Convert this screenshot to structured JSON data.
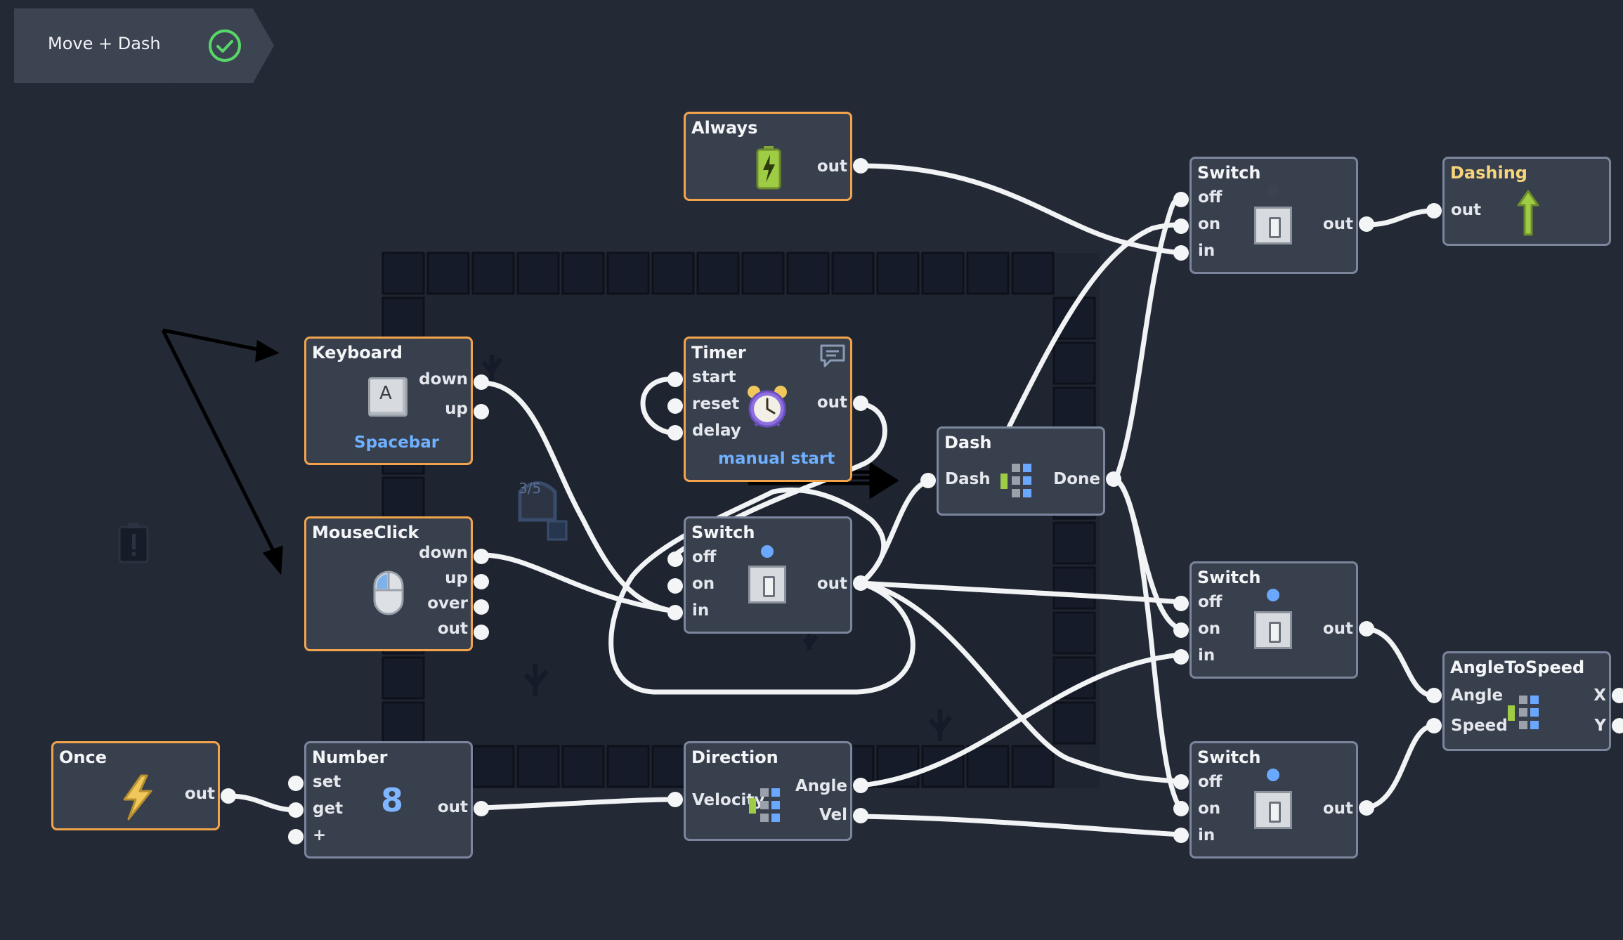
{
  "breadcrumb": {
    "title": "Move + Dash",
    "status_icon": "check-circle-icon"
  },
  "colors": {
    "background": "#232a36",
    "node": "#383f4d",
    "node_border": "#7b869d",
    "event_border": "#f2a44c",
    "wire": "#f2f3f5",
    "accent_blue": "#6fb0ff",
    "check_green": "#58d668"
  },
  "nodes": {
    "always": {
      "title": "Always",
      "ports": {
        "out": "out"
      },
      "icon": "battery-bolt-icon"
    },
    "keyboard": {
      "title": "Keyboard",
      "ports": {
        "down": "down",
        "up": "up"
      },
      "key": "A",
      "caption": "Spacebar",
      "icon": "key-a-icon"
    },
    "mouseclick": {
      "title": "MouseClick",
      "ports": {
        "down": "down",
        "up": "up",
        "over": "over",
        "out": "out"
      },
      "icon": "mouse-icon"
    },
    "once": {
      "title": "Once",
      "ports": {
        "out": "out"
      },
      "icon": "lightning-icon"
    },
    "number": {
      "title": "Number",
      "ports": {
        "set": "set",
        "get": "get",
        "plus": "+",
        "out": "out"
      },
      "value": "8"
    },
    "timer": {
      "title": "Timer",
      "ports": {
        "start": "start",
        "reset": "reset",
        "delay": "delay",
        "out": "out"
      },
      "caption": "manual start",
      "icon": "alarm-clock-icon"
    },
    "switch_center": {
      "title": "Switch",
      "ports": {
        "off": "off",
        "on": "on",
        "in": "in",
        "out": "out"
      },
      "state_on": true
    },
    "direction": {
      "title": "Direction",
      "ports": {
        "velocity": "Velocity",
        "angle": "Angle",
        "vel": "Vel"
      }
    },
    "dash": {
      "title": "Dash",
      "ports": {
        "dash": "Dash",
        "done": "Done"
      }
    },
    "switch_top": {
      "title": "Switch",
      "ports": {
        "off": "off",
        "on": "on",
        "in": "in",
        "out": "out"
      },
      "state_on": false
    },
    "switch_mid": {
      "title": "Switch",
      "ports": {
        "off": "off",
        "on": "on",
        "in": "in",
        "out": "out"
      },
      "state_on": true
    },
    "switch_bot": {
      "title": "Switch",
      "ports": {
        "off": "off",
        "on": "on",
        "in": "in",
        "out": "out"
      },
      "state_on": true
    },
    "dashing": {
      "title": "Dashing",
      "ports": {
        "out": "out"
      },
      "icon": "up-arrow-icon"
    },
    "angletospeed": {
      "title": "AngleToSpeed",
      "ports": {
        "angle": "Angle",
        "speed": "Speed",
        "x": "X",
        "y": "Y"
      }
    }
  },
  "decor": {
    "counter": "3/5"
  }
}
